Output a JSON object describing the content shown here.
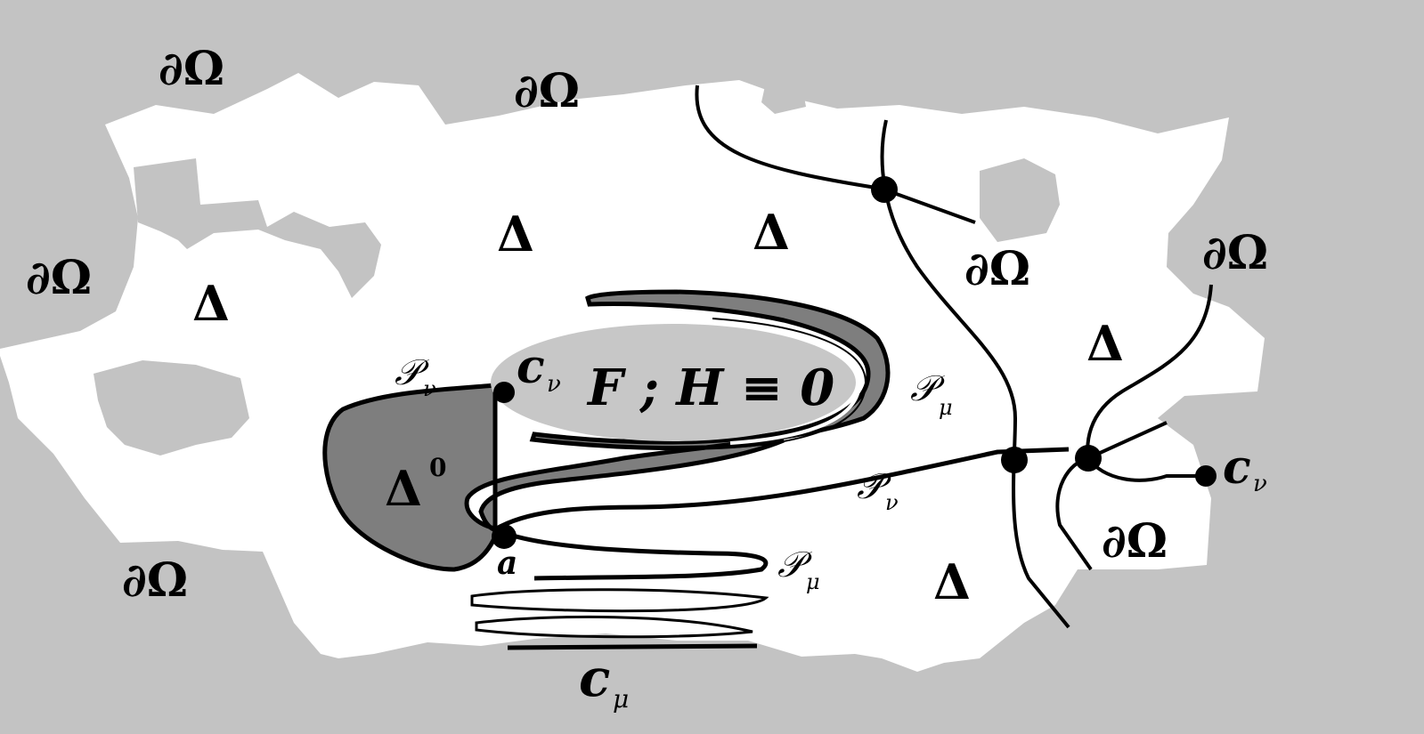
{
  "diagram": {
    "colors": {
      "background": "#c3c3c3",
      "domain": "#ffffff",
      "dark_region": "#7e7e7e",
      "light_region": "#c7c7c7",
      "stroke": "#000000"
    },
    "labels": {
      "boundary": "∂Ω",
      "delta": "Δ",
      "delta_zero_base": "Δ",
      "delta_zero_sup": "0",
      "equation": "F ; H ≡ 0",
      "c_nu": "c",
      "c_nu_sub": "ν",
      "c_mu": "c",
      "c_mu_sub": "μ",
      "p_nu": "𝒫",
      "p_nu_sub": "ν",
      "p_mu": "𝒫",
      "p_mu_sub": "μ",
      "point_a": "a"
    }
  }
}
